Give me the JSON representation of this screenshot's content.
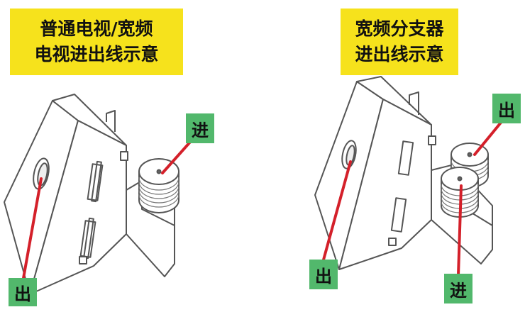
{
  "left": {
    "title_line1": "普通电视/宽频",
    "title_line2": "电视进出线示意",
    "in_label": "进",
    "out_label": "出"
  },
  "right": {
    "title_line1": "宽频分支器",
    "title_line2": "进出线示意",
    "in_label": "进",
    "out_label": "出"
  },
  "colors": {
    "title_bg": "#f6e21c",
    "tag_bg": "#52b86c",
    "leader_line": "#d4202a",
    "outline": "#444444"
  }
}
